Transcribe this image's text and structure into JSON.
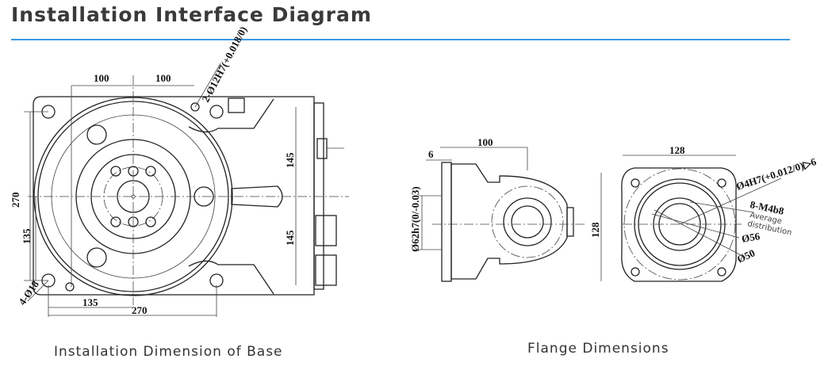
{
  "header": {
    "title": "Installation Interface Diagram",
    "accent_color": "#3b9be0"
  },
  "base": {
    "caption": "Installation Dimension of Base",
    "dims": {
      "top_left": "100",
      "top_right": "100",
      "pin_hole": "2-Ø12H7(+0.018/0)",
      "height_left": "270",
      "height_sub": "135",
      "right_upper": "145",
      "right_lower": "145",
      "mount_holes": "4-Ø18",
      "bottom_half": "135",
      "bottom_full": "270"
    }
  },
  "flange": {
    "caption": "Flange Dimensions",
    "dims": {
      "offset": "6",
      "length": "100",
      "shaft": "Ø62h7(0/-0.03)",
      "width": "128",
      "height": "128",
      "pin": "Ø4H7(+0.012/0)▷6",
      "thread": "8-M4b8",
      "thread_note_1": "Average",
      "thread_note_2": "distribution",
      "d56": "Ø56",
      "d50": "Ø50"
    }
  }
}
